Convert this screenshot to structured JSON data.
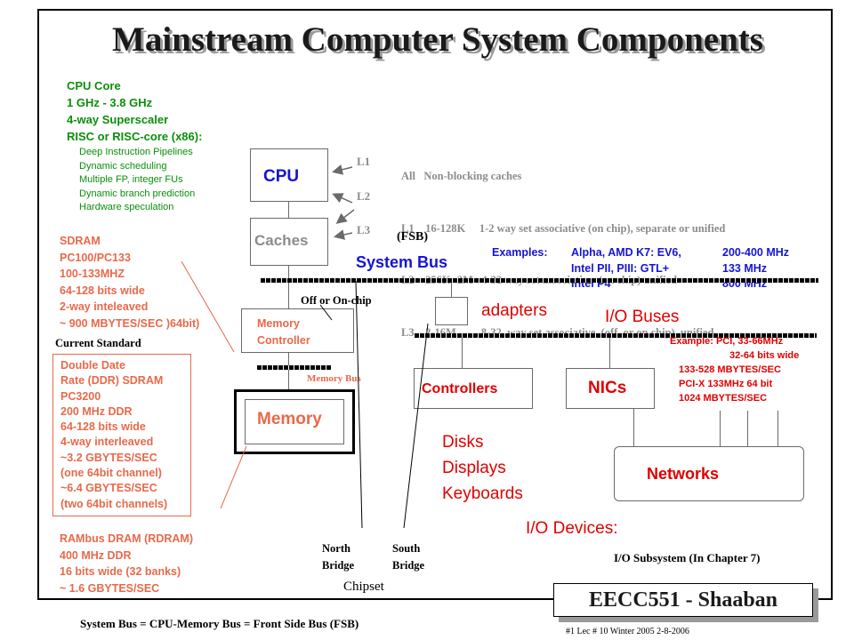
{
  "title": "Mainstream Computer System Components",
  "cpu_core": {
    "lines": [
      "CPU Core",
      "1 GHz - 3.8 GHz",
      "4-way Superscaler",
      "RISC or RISC-core (x86):"
    ],
    "sub_lines": [
      "Deep Instruction Pipelines",
      "Dynamic scheduling",
      "Multiple FP, integer FUs",
      "Dynamic branch prediction",
      "Hardware speculation"
    ]
  },
  "sdram": {
    "lines": [
      "SDRAM",
      "PC100/PC133",
      "100-133MHZ",
      "64-128 bits wide",
      "2-way inteleaved",
      "~ 900 MBYTES/SEC )64bit)"
    ]
  },
  "current_standard": "Current Standard",
  "ddr": {
    "lines": [
      "Double Date",
      "Rate (DDR) SDRAM",
      "PC3200",
      "200 MHz  DDR",
      "64-128 bits wide",
      "4-way interleaved",
      "~3.2  GBYTES/SEC",
      "(one 64bit channel)",
      "~6.4  GBYTES/SEC",
      "(two 64bit channels)"
    ]
  },
  "rambus": {
    "lines": [
      "RAMbus DRAM (RDRAM)",
      "400 MHz DDR",
      "16 bits wide (32 banks)",
      "~ 1.6 GBYTES/SEC"
    ]
  },
  "caches_info": {
    "lines": [
      "All   Non-blocking caches",
      "L1    16-128K     1-2 way set associative (on chip), separate or unified",
      "L2    256K- 2M   4-32 way set associative  (on chip) unified",
      "L3    2-16M         8-32  way set associative  (off  or on chip)  unified"
    ]
  },
  "cache_levels": [
    "L1",
    "L2",
    "L3"
  ],
  "boxes": {
    "cpu": "CPU",
    "caches": "Caches",
    "memory_controller": [
      "Memory",
      "Controller"
    ],
    "memory": "Memory",
    "controllers": "Controllers",
    "nics": "NICs",
    "networks": "Networks"
  },
  "fsb": "(FSB)",
  "system_bus": "System Bus",
  "fsb_examples": {
    "rows": [
      [
        "Examples:",
        "Alpha, AMD K7:  EV6,",
        "200-400 MHz"
      ],
      [
        "",
        "Intel  PII, PIII:  GTL+",
        "133 MHz"
      ],
      [
        "",
        "Intel P4",
        "800 MHz"
      ]
    ]
  },
  "off_or_on_chip": "Off or On-chip",
  "adapters": "adapters",
  "io_buses": "I/O Buses",
  "io_bus_example": {
    "lines": [
      "Example:  PCI,  33-66MHz",
      "32-64 bits wide",
      "133-528  MBYTES/SEC",
      "PCI-X 133MHz 64 bit",
      "1024 MBYTES/SEC"
    ]
  },
  "memory_bus": "Memory Bus",
  "devices": [
    "Disks",
    "Displays",
    "Keyboards"
  ],
  "io_devices": "I/O Devices:",
  "north_bridge": [
    "North",
    "Bridge"
  ],
  "south_bridge": [
    "South",
    "Bridge"
  ],
  "chipset": "Chipset",
  "io_subsystem": "I/O Subsystem (In Chapter 7)",
  "badge": "EECC551 - Shaaban",
  "footer_left": "System Bus = CPU-Memory Bus = Front Side Bus (FSB)",
  "footer_right": "#1   Lec # 10  Winter  2005  2-8-2006",
  "colors": {
    "green": "#0a8f0a",
    "orange": "#e8694a",
    "blue": "#1414d6",
    "red": "#e00000",
    "gray": "#8c8c8c"
  }
}
